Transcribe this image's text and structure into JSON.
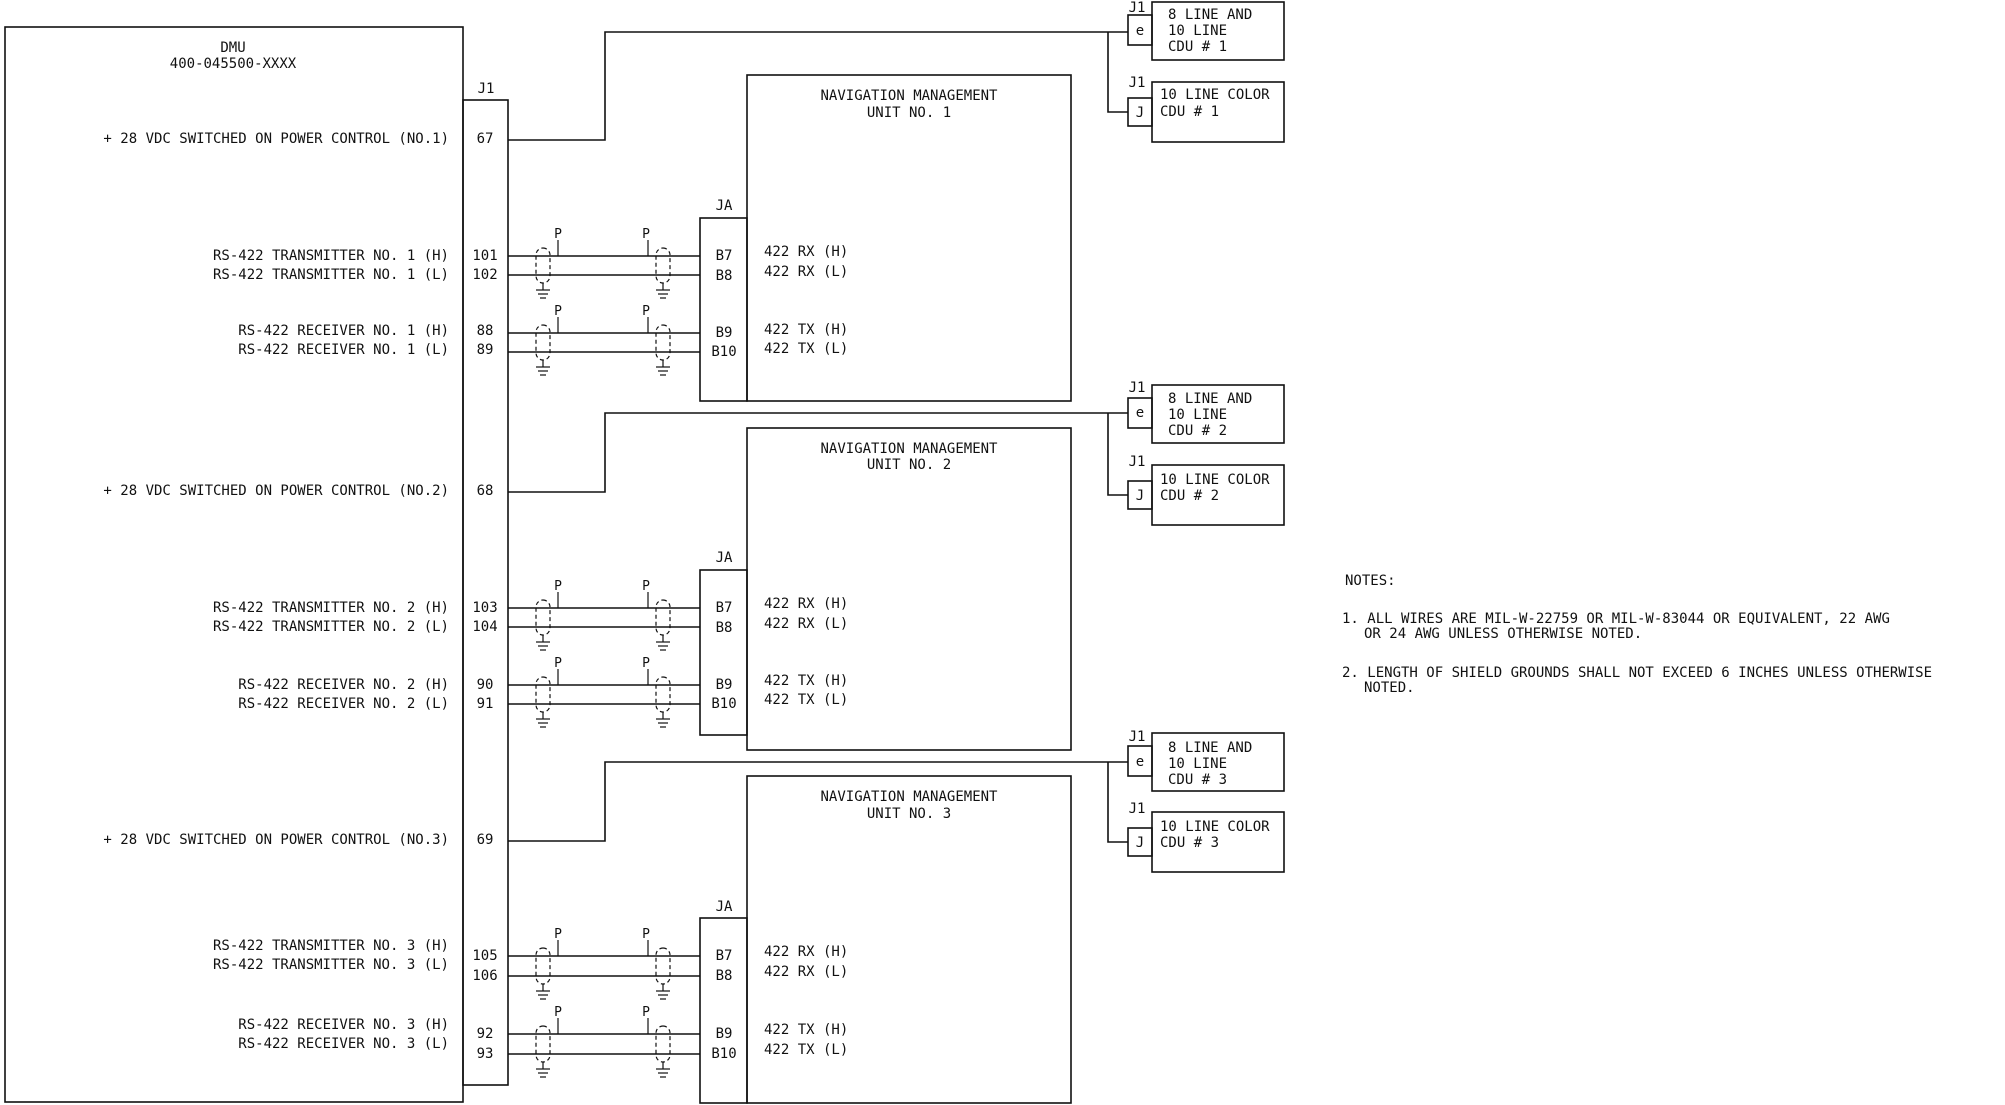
{
  "dmu": {
    "title": "DMU",
    "part_number": "400-045500-XXXX",
    "connector": "J1",
    "groups": [
      {
        "power_label": "+ 28 VDC SWITCHED ON POWER CONTROL (NO.1)",
        "power_pin": "67",
        "signals": [
          {
            "label": "RS-422 TRANSMITTER NO. 1 (H)",
            "pin": "101"
          },
          {
            "label": "RS-422 TRANSMITTER NO. 1 (L)",
            "pin": "102"
          },
          {
            "label": "RS-422 RECEIVER NO. 1 (H)",
            "pin": "88"
          },
          {
            "label": "RS-422 RECEIVER NO. 1 (L)",
            "pin": "89"
          }
        ]
      },
      {
        "power_label": "+ 28 VDC SWITCHED ON POWER CONTROL (NO.2)",
        "power_pin": "68",
        "signals": [
          {
            "label": "RS-422 TRANSMITTER NO. 2 (H)",
            "pin": "103"
          },
          {
            "label": "RS-422 TRANSMITTER NO. 2 (L)",
            "pin": "104"
          },
          {
            "label": "RS-422 RECEIVER NO. 2 (H)",
            "pin": "90"
          },
          {
            "label": "RS-422 RECEIVER NO. 2 (L)",
            "pin": "91"
          }
        ]
      },
      {
        "power_label": "+ 28 VDC SWITCHED ON POWER CONTROL (NO.3)",
        "power_pin": "69",
        "signals": [
          {
            "label": "RS-422 TRANSMITTER NO. 3 (H)",
            "pin": "105"
          },
          {
            "label": "RS-422 TRANSMITTER NO. 3 (L)",
            "pin": "106"
          },
          {
            "label": "RS-422 RECEIVER NO. 3 (H)",
            "pin": "92"
          },
          {
            "label": "RS-422 RECEIVER NO. 3 (L)",
            "pin": "93"
          }
        ]
      }
    ]
  },
  "shield_symbol_label": "P",
  "nmu_units": [
    {
      "title_line1": "NAVIGATION MANAGEMENT",
      "title_line2": "UNIT NO. 1",
      "connector": "JA",
      "pins": [
        {
          "pin": "B7",
          "label": "422 RX (H)"
        },
        {
          "pin": "B8",
          "label": "422 RX (L)"
        },
        {
          "pin": "B9",
          "label": "422 TX (H)"
        },
        {
          "pin": "B10",
          "label": "422 TX (L)"
        }
      ]
    },
    {
      "title_line1": "NAVIGATION MANAGEMENT",
      "title_line2": "UNIT NO. 2",
      "connector": "JA",
      "pins": [
        {
          "pin": "B7",
          "label": "422 RX (H)"
        },
        {
          "pin": "B8",
          "label": "422 RX (L)"
        },
        {
          "pin": "B9",
          "label": "422 TX (H)"
        },
        {
          "pin": "B10",
          "label": "422 TX (L)"
        }
      ]
    },
    {
      "title_line1": "NAVIGATION MANAGEMENT",
      "title_line2": "UNIT NO. 3",
      "connector": "JA",
      "pins": [
        {
          "pin": "B7",
          "label": "422 RX (H)"
        },
        {
          "pin": "B8",
          "label": "422 RX (L)"
        },
        {
          "pin": "B9",
          "label": "422 TX (H)"
        },
        {
          "pin": "B10",
          "label": "422 TX (L)"
        }
      ]
    }
  ],
  "cdu_pairs": [
    {
      "mono": {
        "connector": "J1",
        "pin": "e",
        "lines": [
          "8 LINE AND",
          "10 LINE",
          "CDU # 1"
        ]
      },
      "color": {
        "connector": "J1",
        "pin": "J",
        "lines": [
          "10 LINE COLOR",
          "CDU # 1"
        ]
      }
    },
    {
      "mono": {
        "connector": "J1",
        "pin": "e",
        "lines": [
          "8 LINE AND",
          "10 LINE",
          "CDU # 2"
        ]
      },
      "color": {
        "connector": "J1",
        "pin": "J",
        "lines": [
          "10 LINE COLOR",
          "CDU # 2"
        ]
      }
    },
    {
      "mono": {
        "connector": "J1",
        "pin": "e",
        "lines": [
          "8 LINE AND",
          "10 LINE",
          "CDU # 3"
        ]
      },
      "color": {
        "connector": "J1",
        "pin": "J",
        "lines": [
          "10 LINE COLOR",
          "CDU # 3"
        ]
      }
    }
  ],
  "notes": {
    "heading": "NOTES:",
    "items": [
      {
        "line1": "1. ALL WIRES ARE MIL-W-22759 OR MIL-W-83044 OR EQUIVALENT, 22 AWG",
        "line2": "OR 24 AWG UNLESS OTHERWISE NOTED."
      },
      {
        "line1": "2. LENGTH OF SHIELD GROUNDS SHALL NOT EXCEED 6 INCHES UNLESS OTHERWISE",
        "line2": "NOTED."
      }
    ]
  }
}
